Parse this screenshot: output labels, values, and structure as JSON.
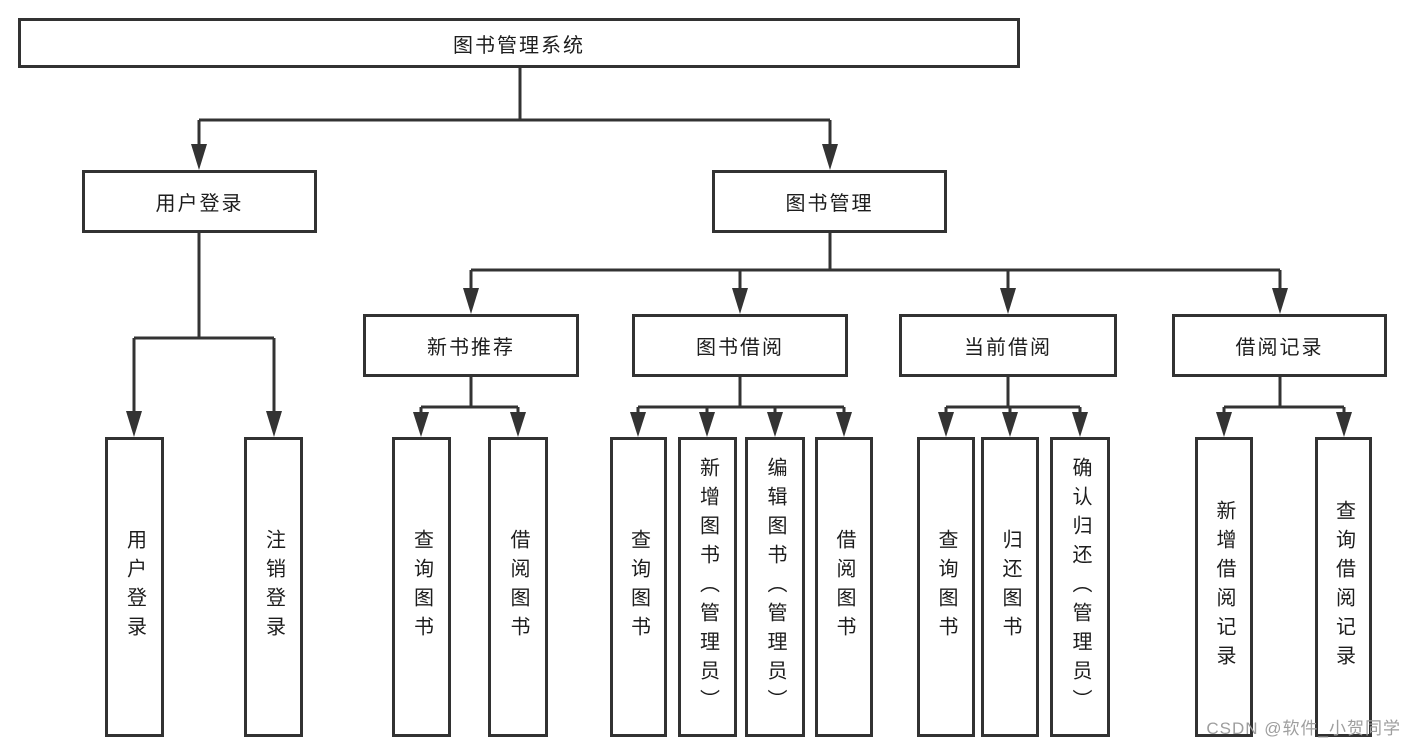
{
  "tree": {
    "root": {
      "label": "图书管理系统"
    },
    "branches": [
      {
        "label": "用户登录",
        "children": [
          {
            "label": "用户登录"
          },
          {
            "label": "注销登录"
          }
        ]
      },
      {
        "label": "图书管理",
        "children": [
          {
            "label": "新书推荐",
            "children": [
              {
                "label": "查询图书"
              },
              {
                "label": "借阅图书"
              }
            ]
          },
          {
            "label": "图书借阅",
            "children": [
              {
                "label": "查询图书"
              },
              {
                "label": "新增图书（管理员）"
              },
              {
                "label": "编辑图书（管理员）"
              },
              {
                "label": "借阅图书"
              }
            ]
          },
          {
            "label": "当前借阅",
            "children": [
              {
                "label": "查询图书"
              },
              {
                "label": "归还图书"
              },
              {
                "label": "确认归还（管理员）"
              }
            ]
          },
          {
            "label": "借阅记录",
            "children": [
              {
                "label": "新增借阅记录"
              },
              {
                "label": "查询借阅记录"
              }
            ]
          }
        ]
      }
    ]
  },
  "watermark": "CSDN @软件_小贺同学",
  "colors": {
    "line": "#333333",
    "box_border": "#323232",
    "text": "#1d1d1d",
    "watermark": "#9e9e9e",
    "background": "#ffffff"
  }
}
